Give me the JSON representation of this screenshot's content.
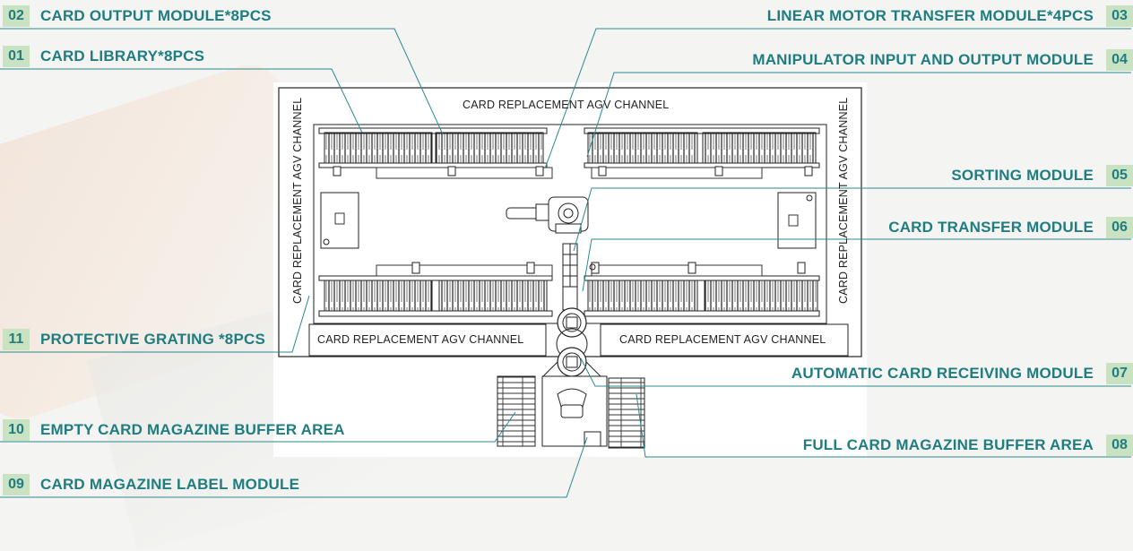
{
  "labels": {
    "l01": {
      "num": "01",
      "text": "CARD LIBRARY*8PCS"
    },
    "l02": {
      "num": "02",
      "text": "CARD OUTPUT MODULE*8PCS"
    },
    "l03": {
      "num": "03",
      "text": "LINEAR MOTOR TRANSFER MODULE*4PCS"
    },
    "l04": {
      "num": "04",
      "text": "MANIPULATOR INPUT AND OUTPUT MODULE"
    },
    "l05": {
      "num": "05",
      "text": "SORTING MODULE"
    },
    "l06": {
      "num": "06",
      "text": "CARD TRANSFER MODULE"
    },
    "l07": {
      "num": "07",
      "text": "AUTOMATIC CARD RECEIVING MODULE"
    },
    "l08": {
      "num": "08",
      "text": "FULL CARD MAGAZINE BUFFER AREA"
    },
    "l09": {
      "num": "09",
      "text": "CARD MAGAZINE LABEL MODULE"
    },
    "l10": {
      "num": "10",
      "text": "EMPTY CARD MAGAZINE BUFFER AREA"
    },
    "l11": {
      "num": "11",
      "text": "PROTECTIVE GRATING *8PCS"
    }
  },
  "channels": {
    "top": "CARD REPLACEMENT AGV CHANNEL",
    "left": "CARD REPLACEMENT AGV CHANNEL",
    "right": "CARD REPLACEMENT AGV CHANNEL",
    "bottom_left": "CARD REPLACEMENT AGV CHANNEL",
    "bottom_right": "CARD REPLACEMENT AGV CHANNEL"
  },
  "colors": {
    "accent_text": "#1f7d80",
    "number_badge_bg": "#c9e3c2",
    "leader_line": "#2a8a8d"
  }
}
